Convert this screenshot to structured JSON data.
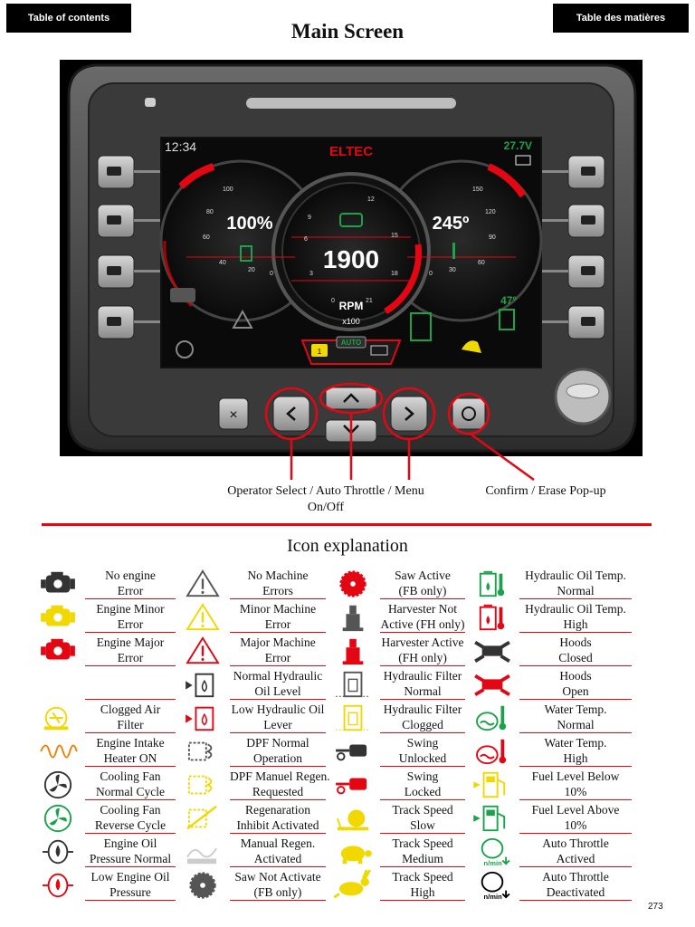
{
  "nav": {
    "toc_en": "Table of contents",
    "toc_fr": "Table des matières"
  },
  "page_title": "Main Screen",
  "display": {
    "brand": "ELTEC",
    "time": "12:34",
    "voltage": "27.7V",
    "fuel_pct": "100%",
    "temp": "245º",
    "rpm_value": "1900",
    "rpm_label": "RPM",
    "rpm_mult": "x100",
    "hyd_temp": "47º",
    "auto_label": "AUTO",
    "gear": "1",
    "gauge_left_ticks": [
      "100",
      "80",
      "60",
      "40",
      "20",
      "0"
    ],
    "gauge_mid_ticks": [
      "9",
      "6",
      "3",
      "0",
      "12",
      "15",
      "18",
      "21"
    ],
    "gauge_right_ticks": [
      "150",
      "120",
      "90",
      "60",
      "30",
      "0"
    ]
  },
  "callouts": {
    "left_line1": "Operator Select / Auto Throttle / Menu",
    "left_line2": "On/Off",
    "right": "Confirm / Erase Pop-up"
  },
  "legend_title": "Icon explanation",
  "colors": {
    "red": "#e30613",
    "yellow": "#f0d800",
    "green": "#1aa34a",
    "orange": "#f07d00",
    "gray": "#555555"
  },
  "legend": [
    [
      {
        "icon": "engine-icon",
        "color": "#333333",
        "lines": [
          "No engine",
          "Error"
        ]
      },
      {
        "icon": "engine-icon",
        "color": "#f0d800",
        "lines": [
          "Engine Minor",
          "Error"
        ]
      },
      {
        "icon": "engine-icon",
        "color": "#e30613",
        "lines": [
          "Engine Major",
          "Error"
        ]
      },
      {
        "icon": "none",
        "color": "",
        "lines": [
          "",
          ""
        ]
      },
      {
        "icon": "air-filter-icon",
        "color": "#f0d800",
        "lines": [
          "Clogged Air",
          "Filter"
        ]
      },
      {
        "icon": "intake-heater-icon",
        "color": "#f07d00",
        "lines": [
          "Engine Intake",
          "Heater ON"
        ]
      },
      {
        "icon": "fan-icon",
        "color": "#333333",
        "lines": [
          "Cooling Fan",
          "Normal Cycle"
        ]
      },
      {
        "icon": "fan-icon",
        "color": "#1aa34a",
        "lines": [
          "Cooling Fan",
          "Reverse Cycle"
        ]
      },
      {
        "icon": "oil-pressure-icon",
        "color": "#333333",
        "lines": [
          "Engine Oil",
          "Pressure Normal"
        ]
      },
      {
        "icon": "oil-pressure-icon",
        "color": "#e30613",
        "lines": [
          "Low Engine Oil",
          "Pressure"
        ]
      }
    ],
    [
      {
        "icon": "warning-icon",
        "color": "#555555",
        "lines": [
          "No Machine",
          "Errors"
        ]
      },
      {
        "icon": "warning-icon",
        "color": "#f0d800",
        "lines": [
          "Minor Machine",
          "Error"
        ]
      },
      {
        "icon": "warning-icon",
        "color": "#e30613",
        "lines": [
          "Major Machine",
          "Error"
        ]
      },
      {
        "icon": "hyd-level-icon",
        "color": "#333333",
        "lines": [
          "Normal Hydraulic",
          "Oil Level"
        ]
      },
      {
        "icon": "hyd-level-icon",
        "color": "#e30613",
        "lines": [
          "Low Hydraulic Oil",
          "Lever"
        ]
      },
      {
        "icon": "dpf-icon",
        "color": "#555555",
        "lines": [
          "DPF Normal",
          "Operation"
        ]
      },
      {
        "icon": "dpf-icon",
        "color": "#f0d800",
        "lines": [
          "DPF Manuel Regen.",
          "Requested"
        ]
      },
      {
        "icon": "regen-inhibit-icon",
        "color": "#f0d800",
        "lines": [
          "Regenaration",
          "Inhibit Activated"
        ]
      },
      {
        "icon": "manual-regen-icon",
        "color": "#cccccc",
        "lines": [
          "Manual Regen.",
          "Activated"
        ]
      },
      {
        "icon": "saw-icon",
        "color": "#555555",
        "lines": [
          "Saw Not Activate",
          "(FB only)"
        ]
      }
    ],
    [
      {
        "icon": "saw-icon",
        "color": "#e30613",
        "lines": [
          "Saw Active",
          "(FB only)"
        ]
      },
      {
        "icon": "harvester-icon",
        "color": "#555555",
        "lines": [
          "Harvester Not",
          "Active (FH only)"
        ]
      },
      {
        "icon": "harvester-icon",
        "color": "#e30613",
        "lines": [
          "Harvester Active",
          "(FH only)"
        ]
      },
      {
        "icon": "hyd-filter-icon",
        "color": "#555555",
        "lines": [
          "Hydraulic Filter",
          "Normal"
        ]
      },
      {
        "icon": "hyd-filter-icon",
        "color": "#f0d800",
        "lines": [
          "Hydraulic Filter",
          "Clogged"
        ]
      },
      {
        "icon": "swing-icon",
        "color": "#333333",
        "lines": [
          "Swing",
          "Unlocked"
        ]
      },
      {
        "icon": "swing-icon",
        "color": "#e30613",
        "lines": [
          "Swing",
          "Locked"
        ]
      },
      {
        "icon": "snail-icon",
        "color": "#f0d800",
        "lines": [
          "Track Speed",
          "Slow"
        ]
      },
      {
        "icon": "turtle-icon",
        "color": "#f0d800",
        "lines": [
          "Track Speed",
          "Medium"
        ]
      },
      {
        "icon": "rabbit-icon",
        "color": "#f0d800",
        "lines": [
          "Track Speed",
          "High"
        ]
      }
    ],
    [
      {
        "icon": "hyd-temp-icon",
        "color": "#1aa34a",
        "lines": [
          "Hydraulic Oil Temp.",
          "Normal"
        ]
      },
      {
        "icon": "hyd-temp-icon",
        "color": "#e30613",
        "lines": [
          "Hydraulic Oil Temp.",
          "High"
        ]
      },
      {
        "icon": "hoods-icon",
        "color": "#333333",
        "lines": [
          "Hoods",
          "Closed"
        ]
      },
      {
        "icon": "hoods-icon",
        "color": "#e30613",
        "lines": [
          "Hoods",
          "Open"
        ]
      },
      {
        "icon": "water-temp-icon",
        "color": "#1aa34a",
        "lines": [
          "Water Temp.",
          "Normal"
        ]
      },
      {
        "icon": "water-temp-icon",
        "color": "#e30613",
        "lines": [
          "Water Temp.",
          "High"
        ]
      },
      {
        "icon": "fuel-icon",
        "color": "#f0d800",
        "lines": [
          "Fuel Level Below",
          "10%"
        ]
      },
      {
        "icon": "fuel-icon",
        "color": "#1aa34a",
        "lines": [
          "Fuel Level Above",
          "10%"
        ]
      },
      {
        "icon": "auto-throttle-icon",
        "color": "#1aa34a",
        "lines": [
          "Auto Throttle",
          "Actived"
        ]
      },
      {
        "icon": "auto-throttle-icon",
        "color": "#000000",
        "lines": [
          "Auto Throttle",
          "Deactivated"
        ]
      }
    ]
  ],
  "page_number": "273"
}
